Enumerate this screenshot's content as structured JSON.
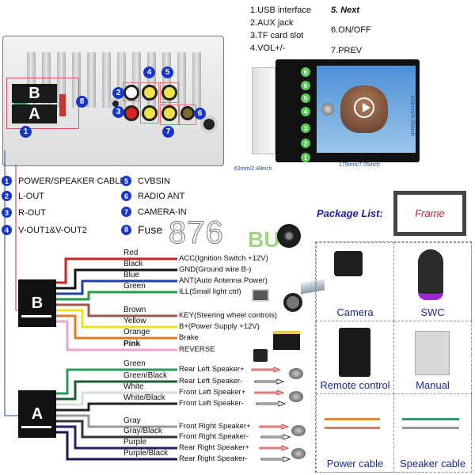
{
  "rear_panel": {
    "connectors": {
      "iso_b": "B",
      "iso_a": "A"
    },
    "markers": [
      "1",
      "2",
      "3",
      "4",
      "5",
      "6",
      "7",
      "8"
    ]
  },
  "legend": [
    {
      "num": "1",
      "label": "POWER/SPEAKER CABLE"
    },
    {
      "num": "2",
      "label": "L-OUT"
    },
    {
      "num": "3",
      "label": "R-OUT"
    },
    {
      "num": "4",
      "label": "V-OUT1&V-OUT2"
    },
    {
      "num": "5",
      "label": "CVBSIN"
    },
    {
      "num": "6",
      "label": "RADIO ANT"
    },
    {
      "num": "7",
      "label": "CAMERA-IN"
    },
    {
      "num": "8",
      "label": "Fuse"
    }
  ],
  "front_unit": {
    "features_left": [
      "1.USB interface",
      "2.AUX jack",
      "3.TF card slot",
      "4.VOL+/-"
    ],
    "features_right": [
      "5. Next",
      "6.ON/OFF",
      "7.PREV"
    ],
    "button_markers": [
      "6",
      "6",
      "5",
      "4",
      "3",
      "2",
      "1"
    ],
    "width_dim": "179mm/7.05inch",
    "height_dim": "103mm/4.06inch",
    "depth_dim": "63mm/2.48inch"
  },
  "watermark": {
    "digits": "876",
    "word": "BUY"
  },
  "harness_b": {
    "label": "B",
    "wires": [
      {
        "color_name": "Red",
        "hex": "#d42020",
        "function": "ACC(Ignition Switch +12V)"
      },
      {
        "color_name": "Black",
        "hex": "#111111",
        "function": "GND(Ground wire B-)"
      },
      {
        "color_name": "Blue",
        "hex": "#1f3fa8",
        "function": "ANT(Auto Antenna Power)"
      },
      {
        "color_name": "Green",
        "hex": "#2a9a4a",
        "function": "ILL(Small light ctrl)"
      },
      {
        "color_name": "Brown",
        "hex": "#9a5a4a",
        "function": "KEY(Steering wheel controls)"
      },
      {
        "color_name": "Yellow",
        "hex": "#f0e020",
        "function": "B+(Power Supply +12V)"
      },
      {
        "color_name": "Orange",
        "hex": "#e07a20",
        "function": "Brake"
      },
      {
        "color_name": "Pink",
        "hex": "#e8a8c8",
        "function": "REVERSE"
      }
    ]
  },
  "harness_a": {
    "label": "A",
    "wires": [
      {
        "color_name": "Green",
        "hex": "#2a9a5a",
        "function": "Rear Left Speaker+"
      },
      {
        "color_name": "Green/Black",
        "hex": "#1e5a3a",
        "function": "Rear Left Speaker-"
      },
      {
        "color_name": "White",
        "hex": "#dddddd",
        "function": "Front Left Speaker+"
      },
      {
        "color_name": "White/Black",
        "hex": "#222222",
        "function": "Front Left Speaker-"
      },
      {
        "color_name": "Gray",
        "hex": "#9a9a9a",
        "function": "Front Right Speaker+"
      },
      {
        "color_name": "Gray/Black",
        "hex": "#333333",
        "function": "Front Right Speaker-"
      },
      {
        "color_name": "Purple",
        "hex": "#22206a",
        "function": "Rear Right Speaker+"
      },
      {
        "color_name": "Purple/Black",
        "hex": "#1a1850",
        "function": "Rear Right Speaker-"
      }
    ]
  },
  "package": {
    "title": "Package List:",
    "frame_label": "Frame",
    "items": [
      "Camera",
      "SWC",
      "Remote control",
      "Manual",
      "Power cable",
      "Speaker cable"
    ]
  },
  "colors": {
    "marker_blue": "#1736c9",
    "package_blue": "#1b2a8f",
    "frame_red": "#c0262c"
  }
}
